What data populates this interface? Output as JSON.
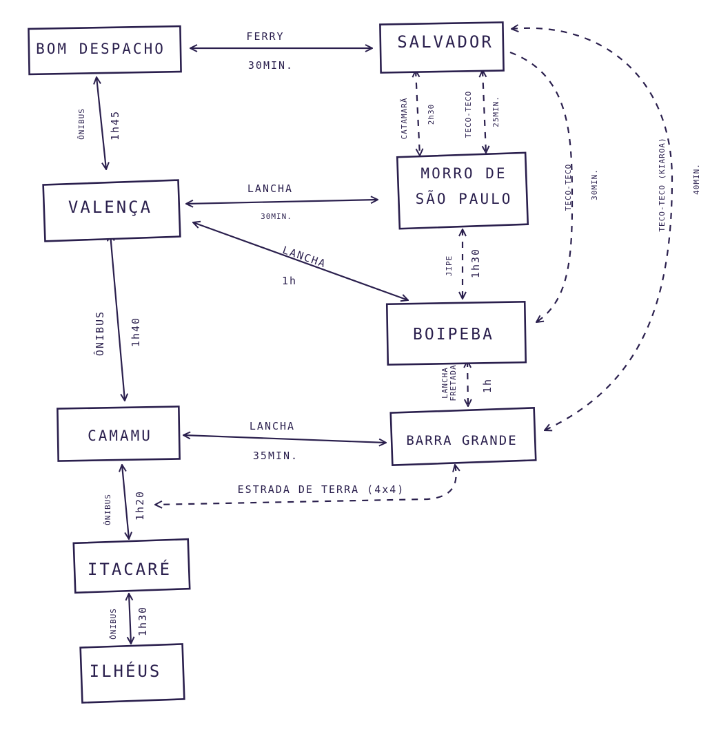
{
  "colors": {
    "ink": "#2a1f4d",
    "paper": "#ffffff"
  },
  "nodes": {
    "bom_despacho": "BOM DESPACHO",
    "salvador": "SALVADOR",
    "valenca": "VALENÇA",
    "morro_line1": "MORRO DE",
    "morro_line2": "SÃO PAULO",
    "boipeba": "BOIPEBA",
    "camamu": "CAMAMU",
    "barra_grande": "BARRA GRANDE",
    "itacare": "ITACARÉ",
    "ilheus": "ILHÉUS"
  },
  "edges": {
    "bd_salvador": {
      "mode": "FERRY",
      "time": "30MIN."
    },
    "bd_valenca": {
      "mode": "ÔNIBUS",
      "time": "1h45"
    },
    "valenca_morro": {
      "mode": "LANCHA",
      "time": "30MIN."
    },
    "valenca_boipeba": {
      "mode": "LANCHA",
      "time": "1h"
    },
    "salvador_morro_catamara": {
      "mode": "CATAMARÃ",
      "time": "2h30"
    },
    "salvador_morro_tecoteco": {
      "mode": "TECO-TECO",
      "time": "25MIN."
    },
    "salvador_boipeba": {
      "mode": "TECO-TECO",
      "time": "30MIN."
    },
    "salvador_barra": {
      "mode": "TECO-TECO (KIAROA)",
      "time": "40MIN."
    },
    "morro_boipeba": {
      "mode": "JIPE",
      "time": "1h30"
    },
    "valenca_camamu": {
      "mode": "ÔNIBUS",
      "time": "1h40"
    },
    "boipeba_barra": {
      "mode_line1": "LANCHA",
      "mode_line2": "FRETADA",
      "time": "1h"
    },
    "camamu_barra": {
      "mode": "LANCHA",
      "time": "35MIN."
    },
    "barra_camamu_road": {
      "mode": "ESTRADA DE TERRA (4x4)"
    },
    "camamu_itacare": {
      "mode": "ÔNIBUS",
      "time": "1h20"
    },
    "itacare_ilheus": {
      "mode": "ÔNIBUS",
      "time": "1h30"
    }
  }
}
